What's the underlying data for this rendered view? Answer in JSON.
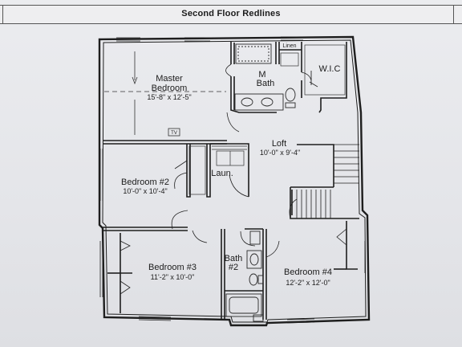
{
  "title": "Second Floor Redlines",
  "rooms": {
    "master": {
      "name1": "Master",
      "name2": "Bedroom",
      "dims": "15'-8\" x 12'-5\""
    },
    "mbath": {
      "name1": "M",
      "name2": "Bath"
    },
    "linen": "Linen",
    "wic": "W.I.C",
    "tv": "TV",
    "loft": {
      "name": "Loft",
      "dims": "10'-0\" x 9'-4\""
    },
    "bed2": {
      "name": "Bedroom #2",
      "dims": "10'-0\" x 10'-4\""
    },
    "laun": "Laun.",
    "bed3": {
      "name": "Bedroom #3",
      "dims": "11'-2\" x 10'-0\""
    },
    "bath2": {
      "name1": "Bath",
      "name2": "#2"
    },
    "bed4": {
      "name": "Bedroom #4",
      "dims": "12'-2\" x 12'-0\""
    }
  }
}
